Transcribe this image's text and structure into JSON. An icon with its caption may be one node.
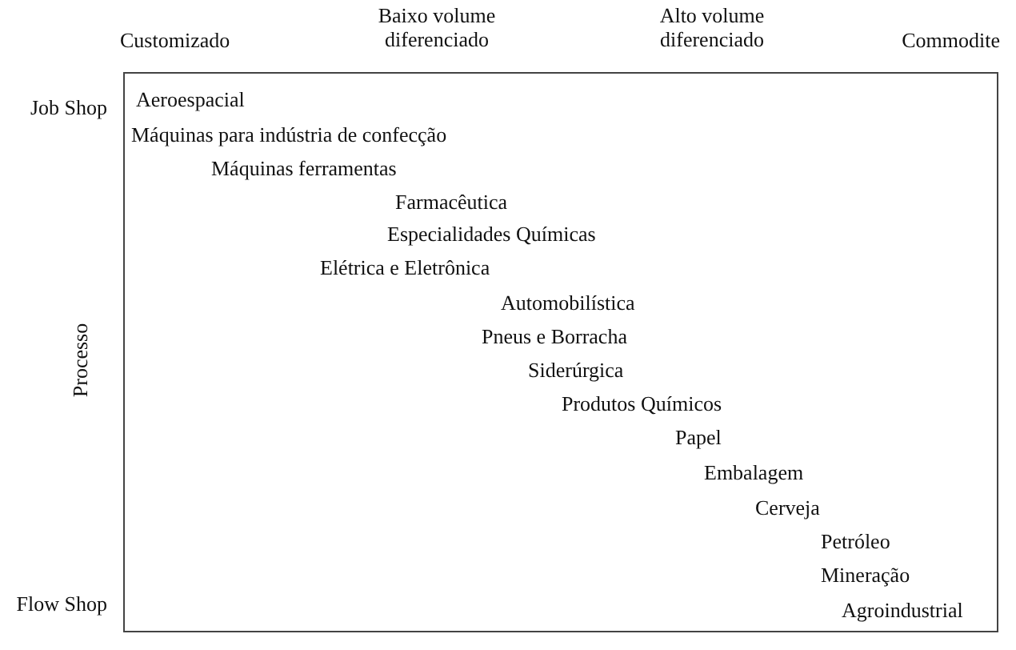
{
  "diagram": {
    "labels": [
      "Customizado",
      "Baixo volume diferenciado",
      "Alto volume diferenciado",
      "Commodite",
      "Job Shop",
      "Processo",
      "Flow Shop",
      "Aeroespacial",
      "Máquinas para indústria de confecção",
      "Máquinas ferramentas",
      "Farmacêutica",
      "Especialidades Químicas",
      "Elétrica e Eletrônica",
      "Automobilística",
      "Pneus e Borracha",
      "Siderúrgica",
      "Produtos Químicos",
      "Papel",
      "Embalagem",
      "Cerveja",
      "Petróleo",
      "Mineração",
      "Agroindustrial"
    ]
  }
}
